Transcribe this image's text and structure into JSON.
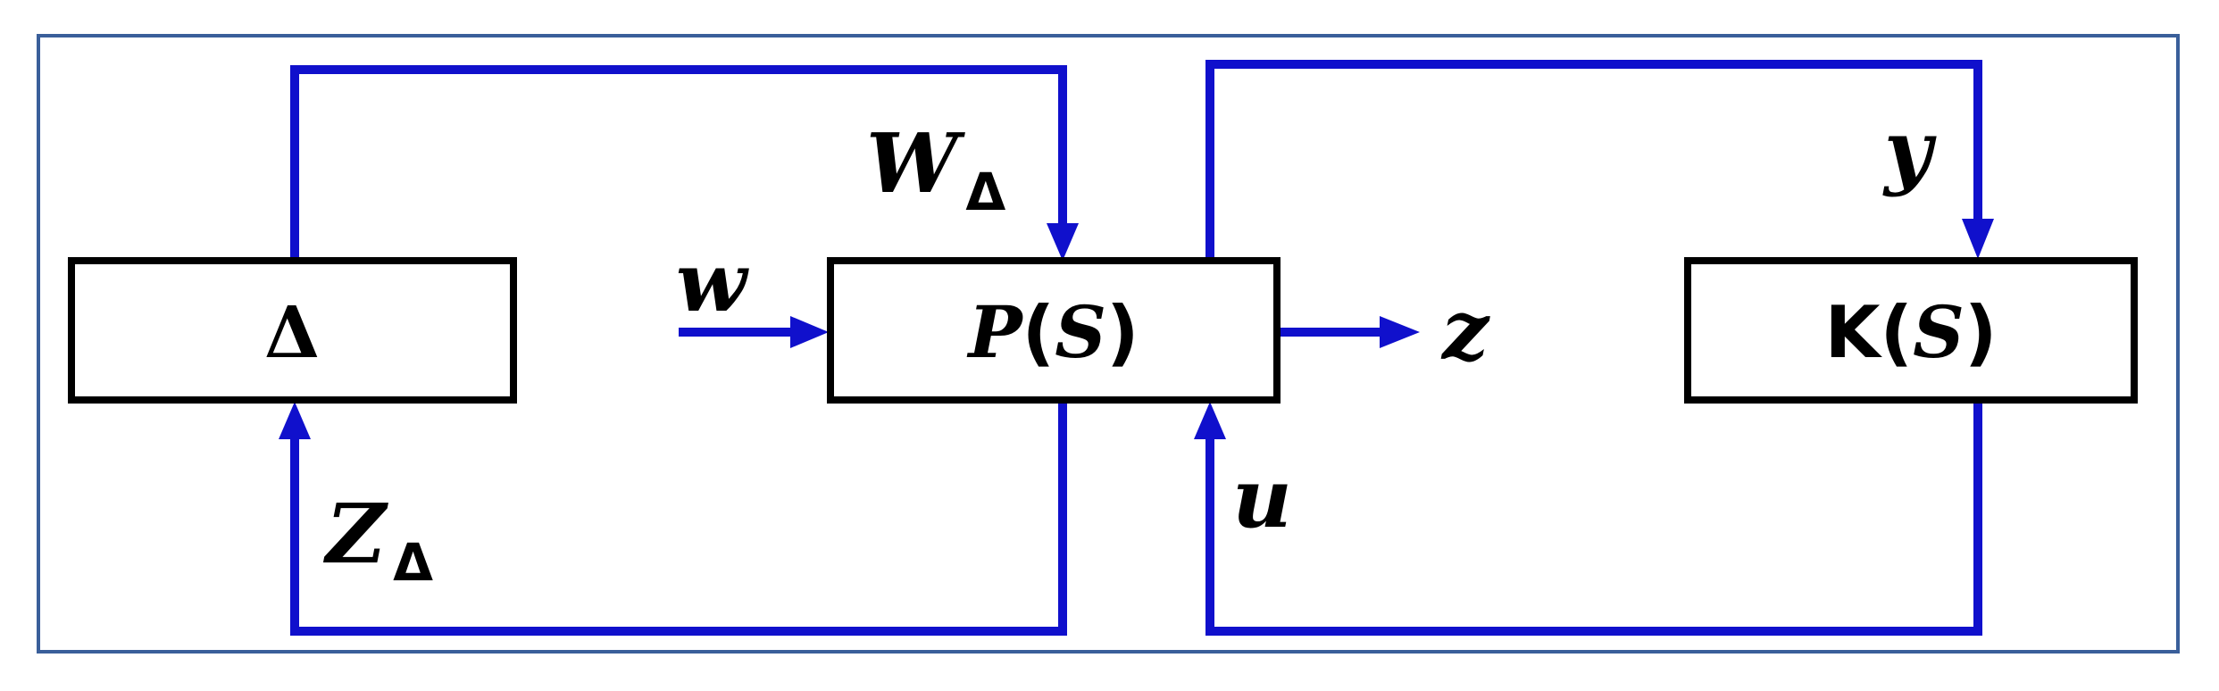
{
  "colors": {
    "frame": "#3a5f9a",
    "wire": "#1010cc",
    "block_stroke": "#000000",
    "text": "#000000"
  },
  "blocks": {
    "delta": {
      "label": "Δ"
    },
    "plant": {
      "label_sym": "P",
      "label_open": "(",
      "label_arg": "S",
      "label_close": ")"
    },
    "controller": {
      "label_sym": "K",
      "label_open": "(",
      "label_arg": "S",
      "label_close": ")"
    }
  },
  "signals": {
    "w_delta": {
      "main": "W",
      "sub": "Δ"
    },
    "z_delta": {
      "main": "Z",
      "sub": "Δ"
    },
    "w": {
      "main": "w"
    },
    "z": {
      "main": "z"
    },
    "y": {
      "main": "y"
    },
    "u": {
      "main": "u"
    }
  }
}
